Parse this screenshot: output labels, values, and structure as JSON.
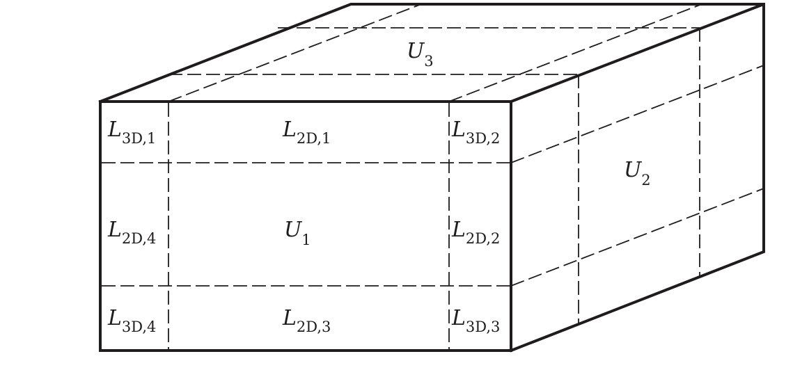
{
  "diagram": {
    "title": "",
    "description": "3D box partitioned into regions: faces U1 (front), U2 (right), U3 (top), 2D edge regions L2D,1-4 and 3D corner regions L3D,1-4",
    "colors": {
      "stroke": "#1f1c1d",
      "background": "#ffffff"
    },
    "labels": {
      "L3D_1": {
        "main": "L",
        "sub": "3D,1"
      },
      "L2D_1": {
        "main": "L",
        "sub": "2D,1"
      },
      "L3D_2": {
        "main": "L",
        "sub": "3D,2"
      },
      "L2D_4": {
        "main": "L",
        "sub": "2D,4"
      },
      "U1": {
        "main": "U",
        "sub": "1"
      },
      "L2D_2": {
        "main": "L",
        "sub": "2D,2"
      },
      "L3D_4": {
        "main": "L",
        "sub": "3D,4"
      },
      "L2D_3": {
        "main": "L",
        "sub": "2D,3"
      },
      "L3D_3": {
        "main": "L",
        "sub": "3D,3"
      },
      "U2": {
        "main": "U",
        "sub": "2"
      },
      "U3": {
        "main": "U",
        "sub": "3"
      }
    }
  }
}
